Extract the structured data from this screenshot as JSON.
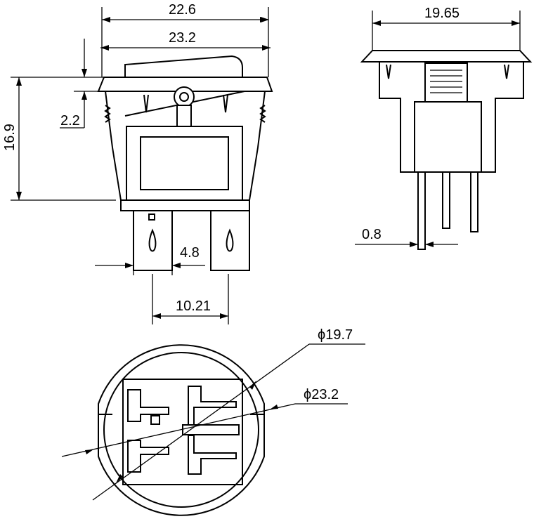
{
  "drawing": {
    "front_view": {
      "dim_overall_width": "22.6",
      "dim_flange_width": "23.2",
      "dim_flange_thickness": "2.2",
      "dim_height": "16.9",
      "dim_terminal_width": "4.8",
      "dim_terminal_pitch": "10.21"
    },
    "side_view": {
      "dim_width": "19.65",
      "dim_pin_thickness": "0.8"
    },
    "bottom_view": {
      "dim_inner_diameter": "ϕ19.7",
      "dim_outer_diameter": "ϕ23.2"
    }
  }
}
